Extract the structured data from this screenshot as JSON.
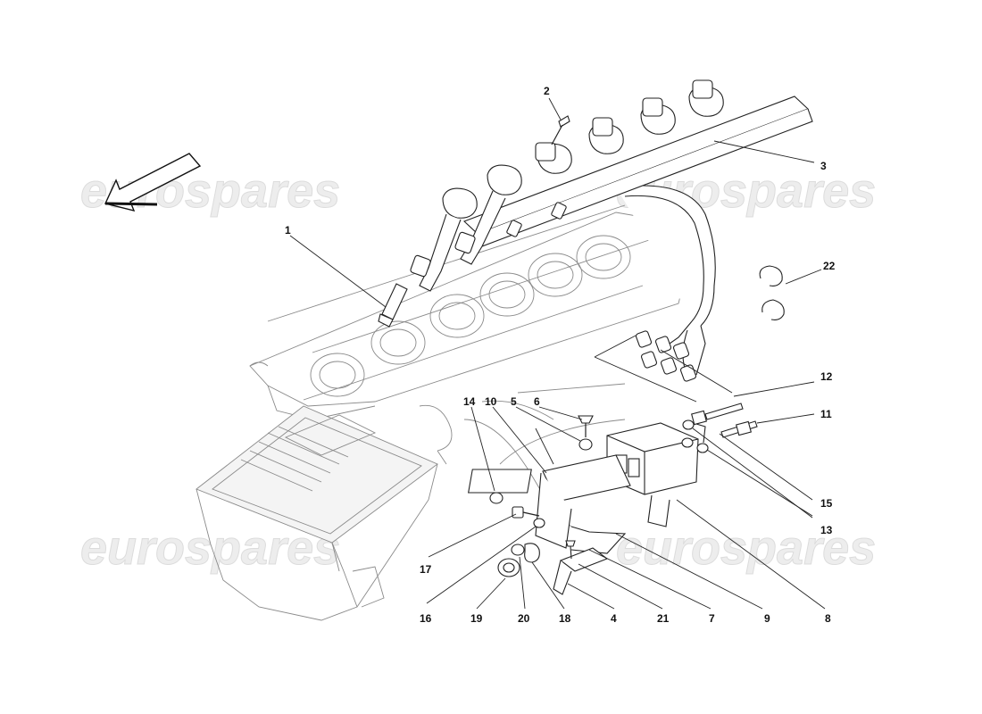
{
  "watermark": {
    "text": "eurospares"
  },
  "callouts": [
    {
      "id": "1",
      "label": "1"
    },
    {
      "id": "2",
      "label": "2"
    },
    {
      "id": "3",
      "label": "3"
    },
    {
      "id": "4",
      "label": "4"
    },
    {
      "id": "5",
      "label": "5"
    },
    {
      "id": "6",
      "label": "6"
    },
    {
      "id": "7",
      "label": "7"
    },
    {
      "id": "8",
      "label": "8"
    },
    {
      "id": "9",
      "label": "9"
    },
    {
      "id": "10",
      "label": "10"
    },
    {
      "id": "11",
      "label": "11"
    },
    {
      "id": "12",
      "label": "12"
    },
    {
      "id": "13",
      "label": "13"
    },
    {
      "id": "14",
      "label": "14"
    },
    {
      "id": "15",
      "label": "15"
    },
    {
      "id": "16",
      "label": "16"
    },
    {
      "id": "17",
      "label": "17"
    },
    {
      "id": "18",
      "label": "18"
    },
    {
      "id": "19",
      "label": "19"
    },
    {
      "id": "20",
      "label": "20"
    },
    {
      "id": "21",
      "label": "21"
    },
    {
      "id": "22",
      "label": "22"
    }
  ],
  "icons": {
    "direction": "direction-arrow-icon"
  }
}
